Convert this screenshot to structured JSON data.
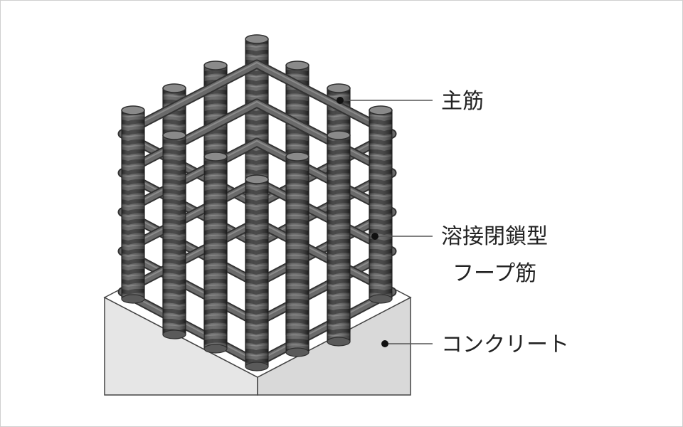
{
  "labels": {
    "main_rebar": "主筋",
    "hoop_line1": "溶接閉鎖型",
    "hoop_line2": "フープ筋",
    "concrete": "コンクリート"
  },
  "colors": {
    "background": "#ffffff",
    "border": "#cfcfcf",
    "rebar_fill": "#5a5a5a",
    "rebar_rib": "#2f2f2f",
    "rebar_top": "#8a8a8a",
    "hoop_fill": "#6a6a6a",
    "hoop_stroke": "#333333",
    "concrete_left": "#e6e6e6",
    "concrete_right": "#d9d9d9",
    "concrete_top": "#ffffff",
    "leader": "#555555",
    "dot": "#111111",
    "text": "#222222"
  },
  "icons": {
    "pointer": "dot-marker"
  }
}
